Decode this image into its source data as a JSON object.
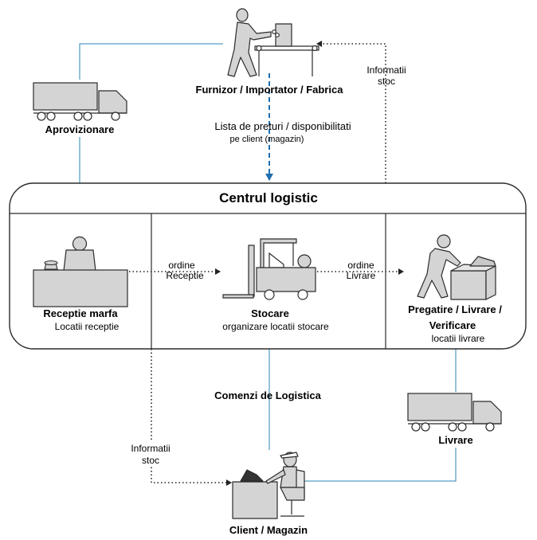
{
  "colors": {
    "connector_blue": "#2a86b5",
    "dashed_arrow": "#1f6fb0",
    "figure_fill": "#d4d4d4",
    "figure_stroke": "#2b2b2b",
    "box_stroke": "#2b2b2b"
  },
  "top": {
    "supplier_label": "Furnizor / Importator / Fabrica",
    "price_list_line1": "Lista de preturi / disponibilitati",
    "price_list_line2": "pe client (magazin)",
    "stock_info_line1": "Informatii",
    "stock_info_line2": "stoc",
    "procurement_label": "Aprovizionare"
  },
  "center": {
    "title": "Centrul logistic",
    "receiving": {
      "title": "Receptie marfa",
      "subtitle": "Locatii receptie"
    },
    "order_receiving": {
      "line1": "ordine",
      "line2": "Receptie"
    },
    "storage": {
      "title": "Stocare",
      "subtitle": "organizare locatii stocare"
    },
    "order_delivery": {
      "line1": "ordine",
      "line2": "Livrare"
    },
    "picking": {
      "title_line1": "Pregatire / Livrare /",
      "title_line2": "Verificare",
      "subtitle": "locatii livrare"
    }
  },
  "bottom": {
    "logistics_orders": "Comenzi de Logistica",
    "stock_info_line1": "Informatii",
    "stock_info_line2": "stoc",
    "delivery_label": "Livrare",
    "client_label": "Client / Magazin"
  },
  "icons": {
    "supplier": "worker-at-conveyor-icon",
    "truck": "truck-icon",
    "receptionist": "receptionist-at-desk-icon",
    "telephone": "telephone-icon",
    "forklift": "forklift-icon",
    "picker": "worker-packing-box-icon",
    "client": "person-at-computer-icon"
  }
}
